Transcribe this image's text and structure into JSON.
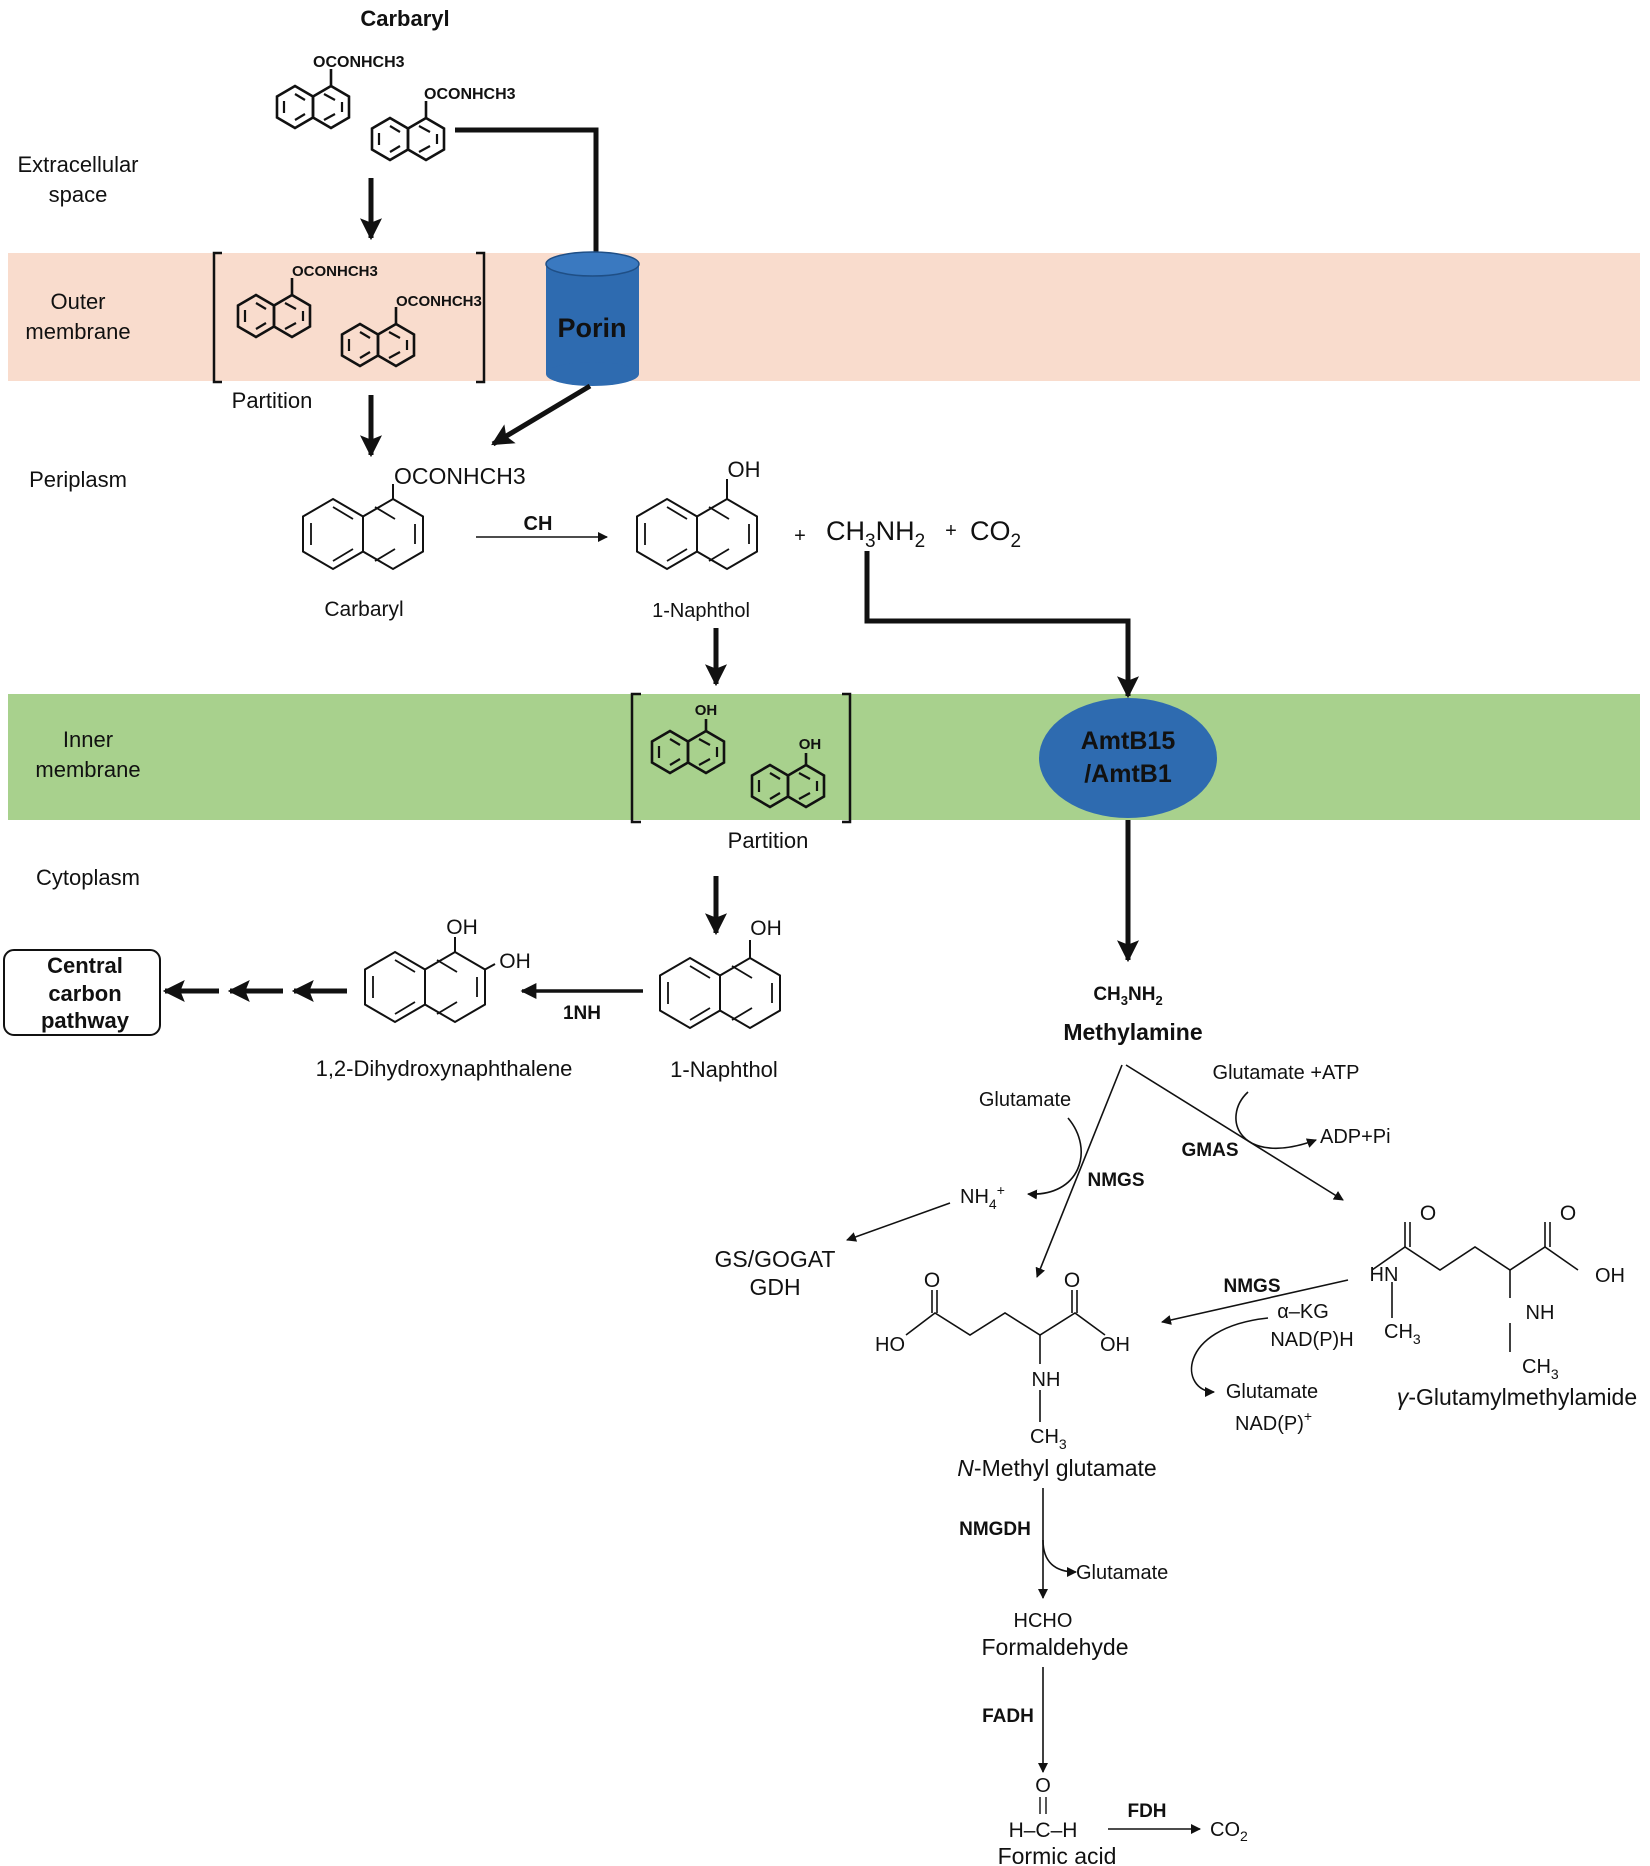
{
  "colors": {
    "outer_membrane": "#f9dccd",
    "inner_membrane": "#a8d18d",
    "transporter": "#2e6bb0",
    "transporter_dark": "#1f4f86"
  },
  "labels": {
    "carbaryl_top": "Carbaryl",
    "extracellular_1": "Extracellular",
    "extracellular_2": "space",
    "outer_membrane_1": "Outer",
    "outer_membrane_2": "membrane",
    "periplasm": "Periplasm",
    "inner_membrane_1": "Inner",
    "inner_membrane_2": "membrane",
    "cytoplasm": "Cytoplasm",
    "porin": "Porin",
    "amtb_1": "AmtB15",
    "amtb_2": "/AmtB1",
    "partition": "Partition",
    "ch_enzyme": "CH",
    "carbaryl": "Carbaryl",
    "naphthol": "1-Naphthol",
    "plus": "+",
    "methylamine_formula": "CH3NH2",
    "co2": "CO2",
    "oconhch3": "OCONHCH3",
    "oh": "OH",
    "central_1": "Central",
    "central_2": "carbon",
    "central_3": "pathway",
    "enzyme_1nh": "1NH",
    "dihydroxy": "1,2-Dihydroxynaphthalene",
    "methylamine": "Methylamine",
    "glutamate": "Glutamate",
    "glutamate_atp": "Glutamate +ATP",
    "adp_pi": "ADP+Pi",
    "gmas": "GMAS",
    "nmgs": "NMGS",
    "nh4": "NH4+",
    "gs_gogat": "GS/GOGAT",
    "gdh": "GDH",
    "alpha_kg": "α–KG",
    "nadph": "NAD(P)H",
    "nadp": "NAD(P)+",
    "ho": "HO",
    "hn": "HN",
    "nh": "NH",
    "ch3": "CH3",
    "o": "O",
    "n_methyl_glutamate_italic": "N",
    "n_methyl_glutamate_rest": "-Methyl glutamate",
    "gamma_symbol": "γ",
    "gamma_rest": "-Glutamylmethylamide",
    "nmgdh": "NMGDH",
    "hcho": "HCHO",
    "formaldehyde": "Formaldehyde",
    "fadh": "FADH",
    "formic_formula": "H–C–H",
    "formic_acid": "Formic acid",
    "fdh": "FDH"
  }
}
